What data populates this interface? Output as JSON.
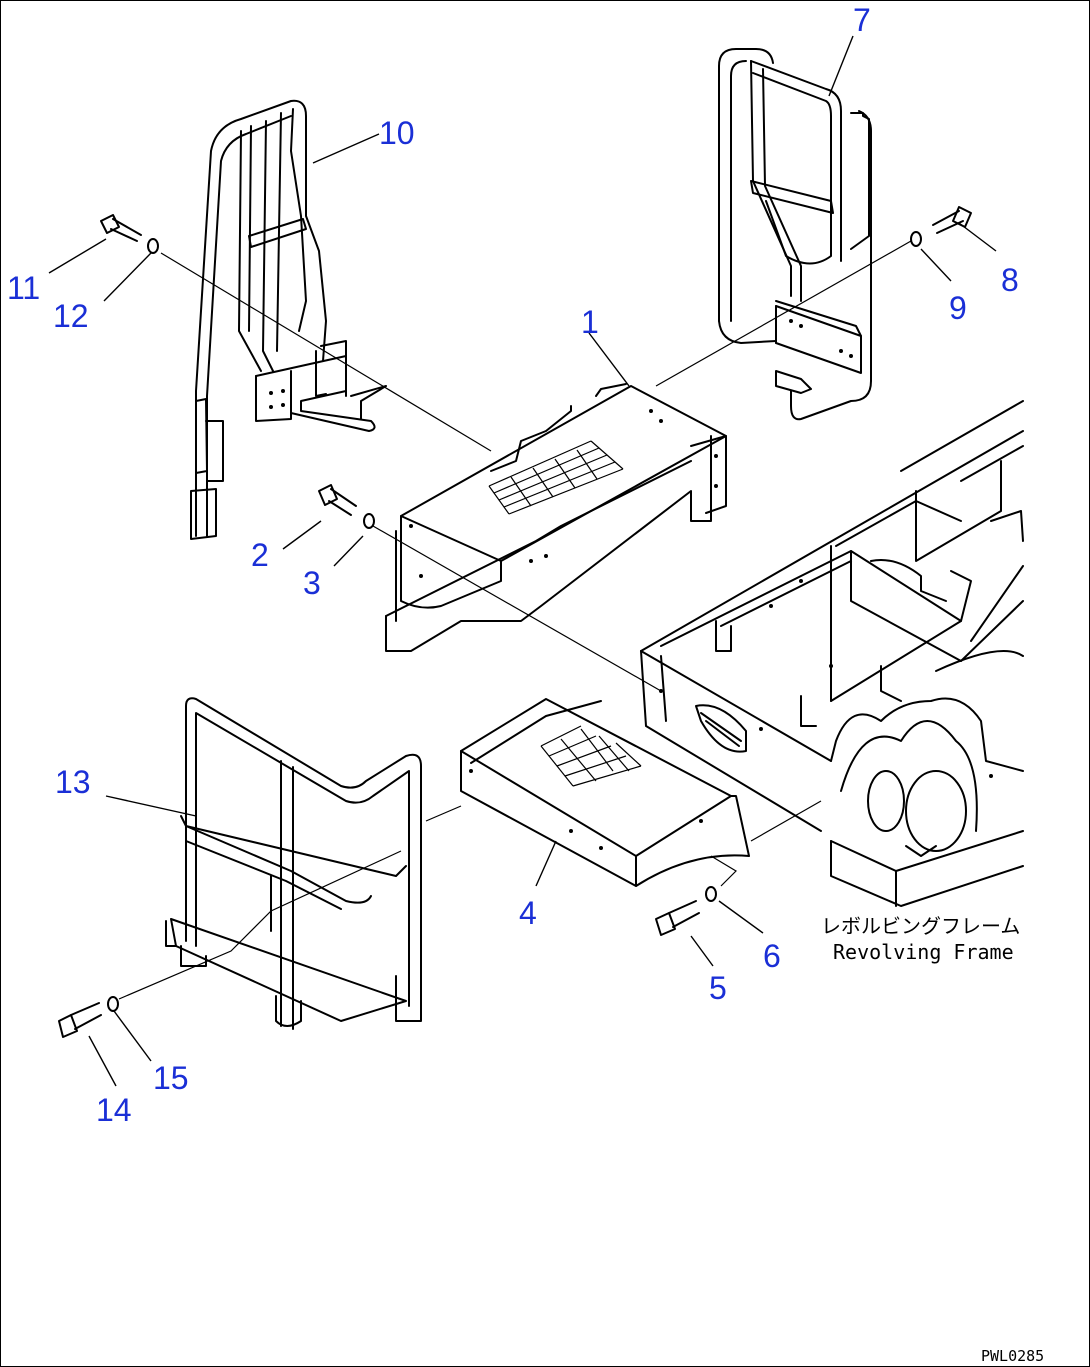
{
  "diagram": {
    "frame_label_jp": "レボルビングフレーム",
    "frame_label_en": "Revolving Frame",
    "drawing_code": "PWL0285",
    "part_numbers": [
      {
        "id": "p1",
        "label": "1"
      },
      {
        "id": "p2",
        "label": "2"
      },
      {
        "id": "p3",
        "label": "3"
      },
      {
        "id": "p4",
        "label": "4"
      },
      {
        "id": "p5",
        "label": "5"
      },
      {
        "id": "p6",
        "label": "6"
      },
      {
        "id": "p7",
        "label": "7"
      },
      {
        "id": "p8",
        "label": "8"
      },
      {
        "id": "p9",
        "label": "9"
      },
      {
        "id": "p10",
        "label": "10"
      },
      {
        "id": "p11",
        "label": "11"
      },
      {
        "id": "p12",
        "label": "12"
      },
      {
        "id": "p13",
        "label": "13"
      },
      {
        "id": "p14",
        "label": "14"
      },
      {
        "id": "p15",
        "label": "15"
      }
    ]
  },
  "colors": {
    "part_number": "#1a2fd6",
    "line": "#000000",
    "background": "#ffffff"
  }
}
